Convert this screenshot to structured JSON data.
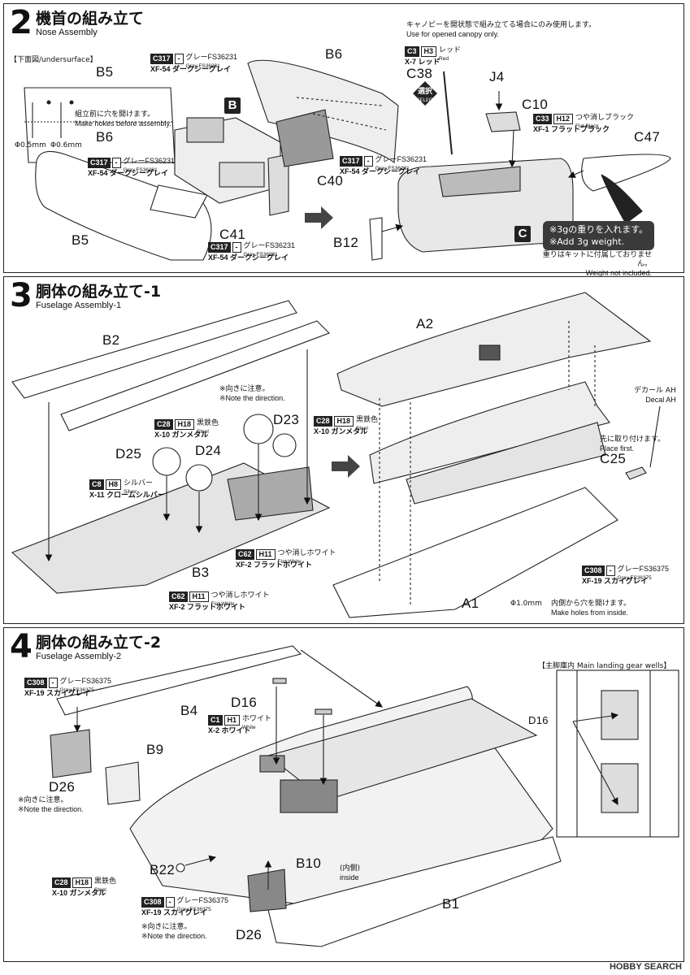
{
  "step2": {
    "num": "2",
    "title_jp": "機首の組み立て",
    "title_en": "Nose Assembly",
    "canopy_note_jp": "キャノピーを開状態で組み立てる場合にのみ使用します。",
    "canopy_note_en": "Use for opened canopy only.",
    "undersurface": "【下面図/undersurface】",
    "holes_note_jp": "組立前に穴を開けます。",
    "holes_note_en": "Make hokes before assembly.",
    "drill1": "Φ0.5mm",
    "drill2": "Φ0.6mm",
    "weight_note_1": "※3gの重りを入れます。",
    "weight_note_2": "※Add 3g weight.",
    "weight_excl_jp": "重りはキットに付属しておりません。",
    "weight_excl_en": "Weight not included.",
    "select": "選択",
    "select_en": "SELECT",
    "labels": {
      "b5a": "B5",
      "b6a": "B6",
      "b5b": "B5",
      "b6": "B6",
      "c38": "C38",
      "j4": "J4",
      "c10": "C10",
      "c47": "C47",
      "c40": "C40",
      "c41": "C41",
      "b12": "B12"
    },
    "box_b": "B",
    "box_c": "C",
    "paints": {
      "p1": {
        "c": "C317",
        "h": "-",
        "jp": "グレーFS36231",
        "en": "Gray FS36231",
        "x": "XF-54 ダークシーグレイ"
      },
      "p2": {
        "c": "C317",
        "h": "-",
        "jp": "グレーFS36231",
        "en": "Gray FS36231",
        "x": "XF-54 ダークシーグレイ"
      },
      "p3": {
        "c": "C317",
        "h": "-",
        "jp": "グレーFS36231",
        "en": "Gray FS36231",
        "x": "XF-54 ダークシーグレイ"
      },
      "p4": {
        "c": "C317",
        "h": "-",
        "jp": "グレーFS36231",
        "en": "Gray FS36231",
        "x": "XF-54 ダークシーグレイ"
      },
      "p5": {
        "c": "C3",
        "h": "H3",
        "jp": "レッド",
        "en": "Red",
        "x": "X-7 レッド"
      },
      "p6": {
        "c": "C33",
        "h": "H12",
        "jp": "つや消しブラック",
        "en": "Flat Black",
        "x": "XF-1 フラットブラック"
      }
    }
  },
  "step3": {
    "num": "3",
    "title_jp": "胴体の組み立て-1",
    "title_en": "Fuselage Assembly-1",
    "dir_note_jp": "※向きに注意。",
    "dir_note_en": "※Note the direction.",
    "decal_jp": "デカール AH",
    "decal_en": "Decal AH",
    "place_first_jp": "先に取り付けます。",
    "place_first_en": "Place first.",
    "drill": "Φ1.0mm",
    "inside_holes_jp": "内側から穴を開けます。",
    "inside_holes_en": "Make holes from inside.",
    "labels": {
      "b2": "B2",
      "d23": "D23",
      "d24": "D24",
      "d25": "D25",
      "b3": "B3",
      "a2": "A2",
      "c25": "C25",
      "a1": "A1"
    },
    "paints": {
      "p1": {
        "c": "C28",
        "h": "H18",
        "jp": "黒鉄色",
        "en": "Steel",
        "x": "X-10 ガンメタル"
      },
      "p2": {
        "c": "C8",
        "h": "H8",
        "jp": "シルバー",
        "en": "Silver",
        "x": "X-11 クロームシルバー"
      },
      "p3": {
        "c": "C62",
        "h": "H11",
        "jp": "つや消しホワイト",
        "en": "Flat White",
        "x": "XF-2 フラットホワイト"
      },
      "p4": {
        "c": "C62",
        "h": "H11",
        "jp": "つや消しホワイト",
        "en": "Flat White",
        "x": "XF-2 フラットホワイト"
      },
      "p5": {
        "c": "C28",
        "h": "H18",
        "jp": "黒鉄色",
        "en": "Steel",
        "x": "X-10 ガンメタル"
      },
      "p6": {
        "c": "C308",
        "h": "-",
        "jp": "グレーFS36375",
        "en": "Gray FS36375",
        "x": "XF-19 スカイグレイ"
      }
    }
  },
  "step4": {
    "num": "4",
    "title_jp": "胴体の組み立て-2",
    "title_en": "Fuselage Assembly-2",
    "wells_title": "【主脚庫内 Main landing gear wells】",
    "dir_note_jp": "※向きに注意。",
    "dir_note_en": "※Note the direction.",
    "inside_jp": "(内側)",
    "inside_en": "inside",
    "labels": {
      "b4": "B4",
      "d16": "D16",
      "b9": "B9",
      "d26a": "D26",
      "b22": "B22",
      "b10": "B10",
      "b1": "B1",
      "d26b": "D26",
      "d16w": "D16"
    },
    "paints": {
      "p1": {
        "c": "C308",
        "h": "-",
        "jp": "グレーFS36375",
        "en": "Gray FS36375",
        "x": "XF-19 スカイグレイ"
      },
      "p2": {
        "c": "C1",
        "h": "H1",
        "jp": "ホワイト",
        "en": "White",
        "x": "X-2 ホワイト"
      },
      "p3": {
        "c": "C28",
        "h": "H18",
        "jp": "黒鉄色",
        "en": "Steel",
        "x": "X-10 ガンメタル"
      },
      "p4": {
        "c": "C308",
        "h": "-",
        "jp": "グレーFS36375",
        "en": "Gray FS36375",
        "x": "XF-19 スカイグレイ"
      }
    }
  },
  "watermark": "HOBBY SEARCH"
}
